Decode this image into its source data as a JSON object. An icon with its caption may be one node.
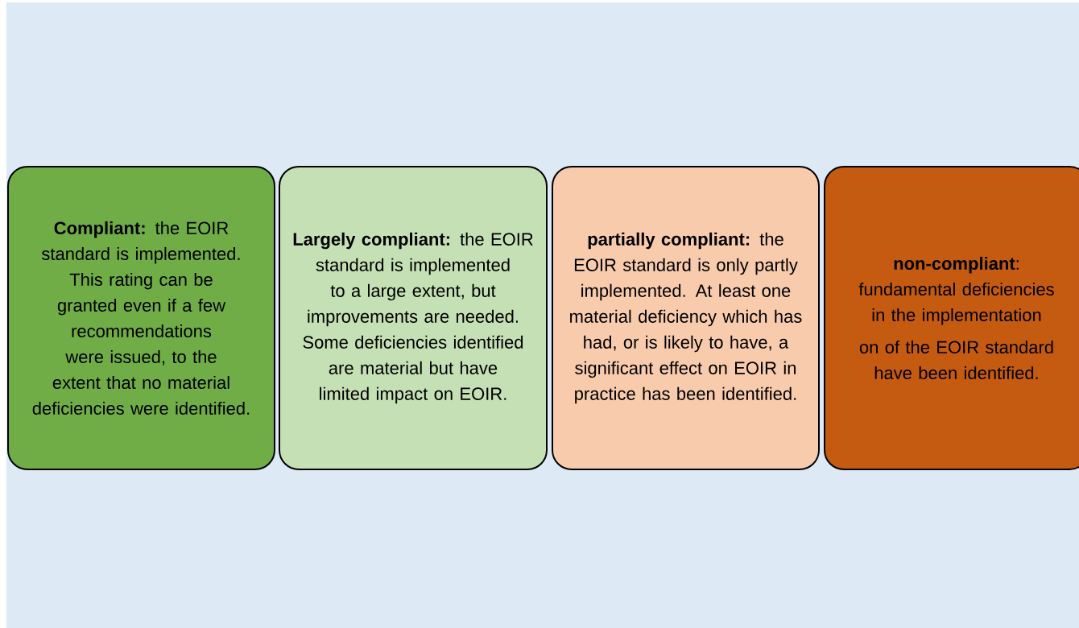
{
  "diagram": {
    "nodes": [
      {
        "text": [
          "**Compliant:** the EOIR standard is implemented. This rating can be granted even if a few recommendations were issued, to the extent that no material deficiencies were identified."
        ]
      },
      {
        "text": [
          "**Largely compliant:** the EOIR standard is implemented to a large extent, but improvements are needed. Some deficiencies identified are material but have limited impact on EOIR."
        ]
      },
      {
        "text": [
          "**partially compliant:** the EOIR standard is only partly implemented. At least one material deficiency which has had, or is likely to have, a significant effect on EOIR in practice has been identified."
        ]
      },
      {
        "text": [
          "**non-compliant**: fundamental deficiencies in the implementation",
          "on of the EOIR standard have been identified."
        ]
      }
    ]
  }
}
